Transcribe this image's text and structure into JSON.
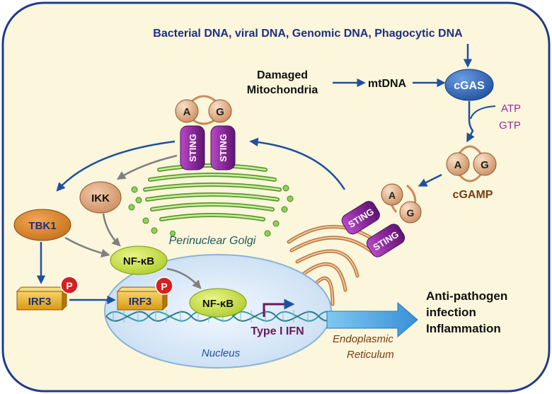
{
  "header": "Bacterial DNA, viral DNA, Genomic DNA, Phagocytic DNA",
  "damaged_mito": [
    "Damaged",
    "Mitochondria"
  ],
  "mtdna": "mtDNA",
  "cgas": "cGAS",
  "atp": "ATP",
  "gtp": "GTP",
  "cgamp": "cGAMP",
  "cgamp_a": "A",
  "cgamp_g": "G",
  "sting": "STING",
  "ikk": "IKK",
  "tbk1": "TBK1",
  "nfkb": "NF-κB",
  "irf3": "IRF3",
  "phospho": "P",
  "type1ifn": "Type I IFN",
  "nucleus": "Nucleus",
  "golgi": "Perinuclear Golgi",
  "er": [
    "Endoplasmic",
    "Reticulum"
  ],
  "outcome": [
    "Anti-pathogen",
    "infection",
    "Inflammation"
  ],
  "colors": {
    "cell_fill": "#fbf6dc",
    "cell_border": "#1f3c8c",
    "arrow_blue": "#1f4fa0",
    "arrow_gray": "#808080",
    "sting_purple": "#8b2a9c",
    "cgas_blue": "#2a5fb4",
    "nfkb_green": "#c9e23a",
    "tbk1_orange": "#d98a2a",
    "irf3_gold": "#e8b020",
    "p_red": "#d42020",
    "atp_text": "#9a2aa0",
    "cgamp_text": "#7a3a10",
    "header_text": "#1f2f80",
    "ifn_text": "#6a1a5a",
    "golgi_green": "#8fcf5a",
    "er_tan": "#d9a06a"
  }
}
